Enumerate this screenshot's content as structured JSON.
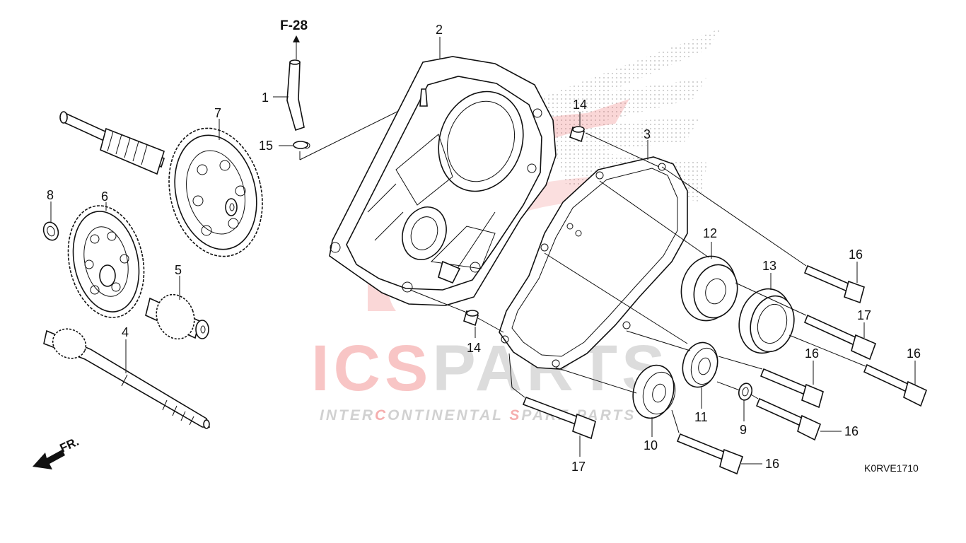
{
  "diagram": {
    "reference": "F-28",
    "diagram_code": "K0RVE1710",
    "direction_label": "FR.",
    "watermark": {
      "brand": "ICSPARTS",
      "brand_part1": "ICS",
      "brand_part2": "PARTS",
      "tagline_a": "INTER",
      "tagline_b": "C",
      "tagline_c": "ONTINENTAL ",
      "tagline_d": "S",
      "tagline_e": "PARE PARTS",
      "color_primary": "#e84b4b",
      "color_secondary": "#b8b8b8"
    },
    "callouts": {
      "c1": "1",
      "c2": "2",
      "c3": "3",
      "c4": "4",
      "c5": "5",
      "c6": "6",
      "c7": "7",
      "c8": "8",
      "c9": "9",
      "c10": "10",
      "c11": "11",
      "c12": "12",
      "c13": "13",
      "c14a": "14",
      "c14b": "14",
      "c15": "15",
      "c16a": "16",
      "c16b": "16",
      "c16c": "16",
      "c16d": "16",
      "c16e": "16",
      "c17a": "17",
      "c17b": "17"
    }
  }
}
